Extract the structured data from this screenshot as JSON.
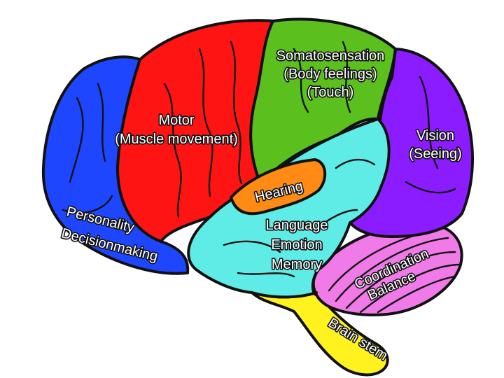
{
  "diagram": {
    "regions": [
      {
        "id": "frontal",
        "color": "#1e46ff",
        "lines": [
          "Personality",
          "Decisionmaking"
        ]
      },
      {
        "id": "motor",
        "color": "#ff1414",
        "lines": [
          "Motor",
          "(Muscle movement)"
        ]
      },
      {
        "id": "parietal",
        "color": "#5bbf1e",
        "lines": [
          "Somatosensation",
          "(Body feelings)",
          "(Touch)"
        ]
      },
      {
        "id": "occipital",
        "color": "#8a1cff",
        "lines": [
          "Vision",
          "(Seeing)"
        ]
      },
      {
        "id": "auditory",
        "color": "#ff8a14",
        "lines": [
          "Hearing"
        ]
      },
      {
        "id": "temporal",
        "color": "#5fece6",
        "lines": [
          "Language",
          "Emotion",
          "Memory"
        ]
      },
      {
        "id": "cerebellum",
        "color": "#f07ae8",
        "lines": [
          "Coordination",
          "Balance"
        ]
      },
      {
        "id": "brainstem",
        "color": "#fff21e",
        "lines": [
          "Brain stem"
        ]
      }
    ]
  }
}
